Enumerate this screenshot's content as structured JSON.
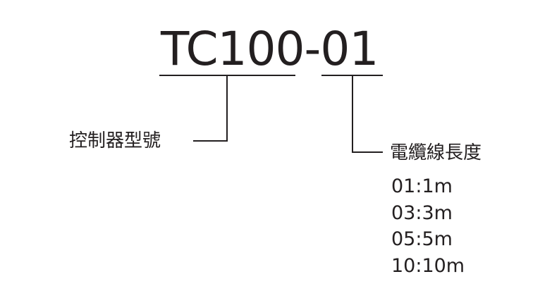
{
  "model_code": {
    "full": "TC100-01",
    "segment_model": "TC100",
    "segment_length": "01"
  },
  "labels": {
    "controller_model": "控制器型號",
    "cable_length": "電纜線長度"
  },
  "cable_length_options": [
    "01:1m",
    "03:3m",
    "05:5m",
    "10:10m"
  ],
  "colors": {
    "ink": "#231f20",
    "background": "#ffffff"
  }
}
